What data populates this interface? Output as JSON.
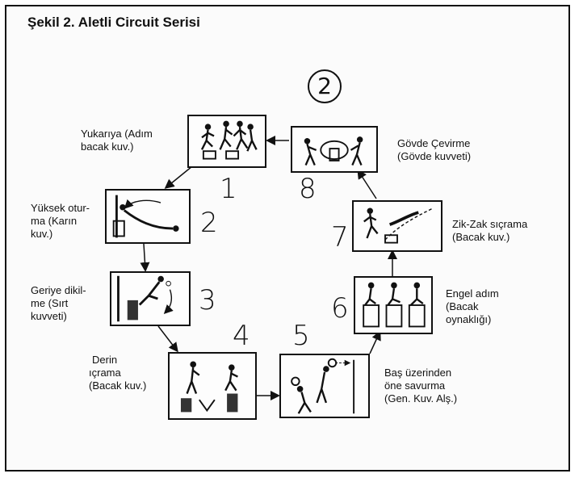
{
  "title": "Şekil 2. Aletli Circuit Serisi",
  "circuit_number": "2",
  "stations": [
    {
      "number": "1",
      "label_lines": [
        "Yukarıya (Adım",
        "bacak kuv.)"
      ]
    },
    {
      "number": "2",
      "label_lines": [
        "Yüksek otur-",
        "ma (Karın",
        "kuv.)"
      ]
    },
    {
      "number": "3",
      "label_lines": [
        "Geriye dikil-",
        "me (Sırt",
        "kuvveti)"
      ]
    },
    {
      "number": "4",
      "label_lines": [
        "Derin",
        "ıçrama",
        "(Bacak kuv.)"
      ]
    },
    {
      "number": "5",
      "label_lines": [
        "Baş üzerinden",
        "öne savurma",
        "(Gen. Kuv. Alş.)"
      ]
    },
    {
      "number": "6",
      "label_lines": [
        "Engel adım",
        "(Bacak",
        "oynaklığı)"
      ]
    },
    {
      "number": "7",
      "label_lines": [
        "Zik-Zak sıçrama",
        "(Bacak kuv.)"
      ]
    },
    {
      "number": "8",
      "label_lines": [
        "Gövde Çevirme",
        "(Gövde kuvveti)"
      ]
    }
  ]
}
